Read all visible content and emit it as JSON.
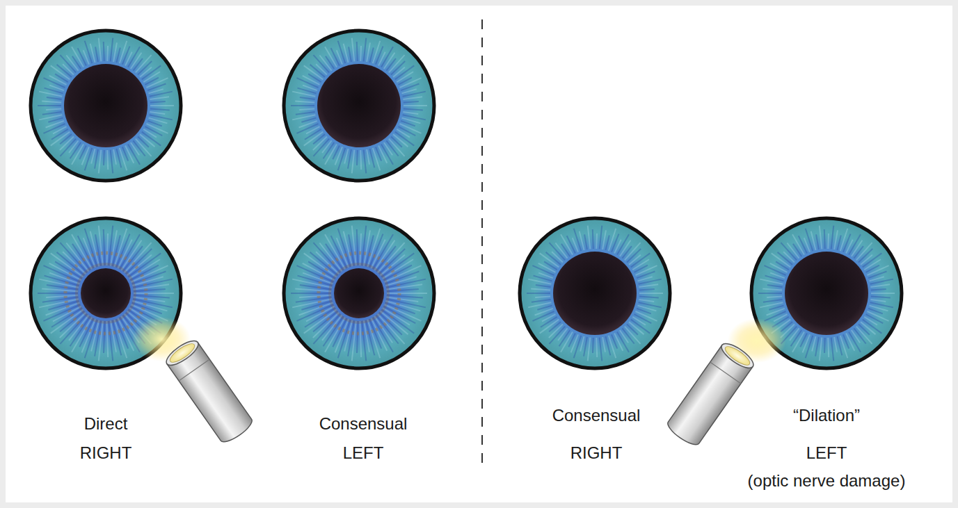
{
  "diagram": {
    "labels": [
      "Direct",
      "RIGHT",
      "Consensual",
      "LEFT",
      "Consensual",
      "RIGHT",
      "“Dilation”",
      "LEFT",
      "(optic nerve damage)"
    ]
  }
}
